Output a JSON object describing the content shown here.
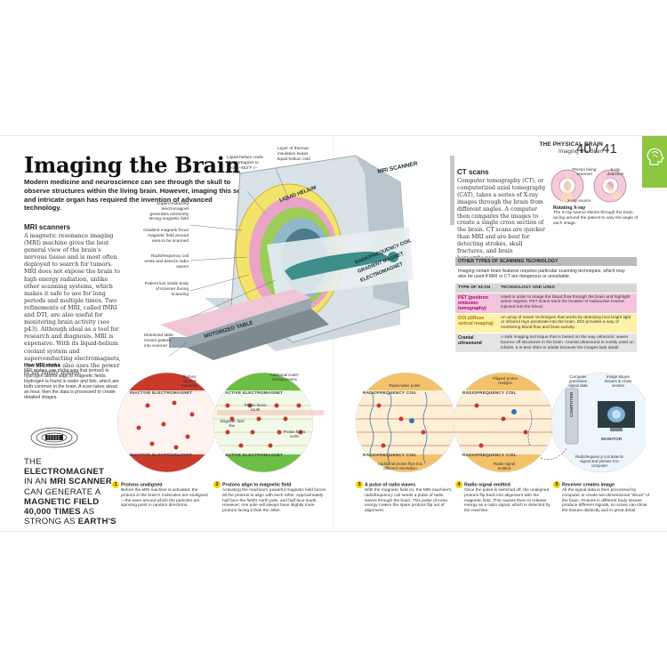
{
  "header": {
    "section": "THE PHYSICAL BRAIN",
    "subsection": "Imaging the Brain",
    "pages": "40 / 41"
  },
  "title": "Imaging the Brain",
  "intro": "Modern medicine and neuroscience can see through the skull to observe structures within the living brain. However, imaging this soft and intricate organ has required the invention of advanced technology.",
  "mri": {
    "heading": "MRI scanners",
    "body": "A magnetic resonance imaging (MRI) machine gives the best general view of the brain's nervous tissue and is most often deployed to search for tumors. MRI does not expose the brain to high energy radiation, unlike other scanning systems, which makes it safe to use for long periods and multiple times. Two refinements of MRI, called fMRI and DTI, are also useful for monitoring brain activity (see p43). Although ideal as a tool for research and diagnosis, MRI is expensive. With its liquid-helium coolant system and superconducting electromagnets, one machine also uses the power of six family homes."
  },
  "how": {
    "heading": "How MRI works",
    "body": "MRI makes use of the way that protons in hydrogen atoms align to magnetic fields. Hydrogen is found in water and fats, which are both common in the brain. A scan takes about an hour, then the data is processed to create detailed images."
  },
  "quote": {
    "l1a": "THE ",
    "l1b": "ELECTROMAGNET",
    "l2a": "IN AN ",
    "l2b": "MRI SCANNER",
    "l3": "CAN GENERATE A",
    "l4": "MAGNETIC FIELD",
    "l5a": "40,000 TIMES",
    "l5b": " AS",
    "l6a": "STRONG AS ",
    "l6b": "EARTH'S"
  },
  "scanner": {
    "label_scanner": "MRI SCANNER",
    "label_helium": "LIQUID HELIUM",
    "label_rf": "RADIOFREQUENCY COIL",
    "label_gradient": "GRADIENT MAGNET",
    "label_electro": "ELECTROMAGNET",
    "label_table": "MOTORIZED TABLE",
    "c_helium_cools": "Liquid helium cools electromagnet to about –453°F (–270°C)",
    "c_thermal": "Layer of thermal insulation keeps liquid helium cold",
    "c_superconducting": "Superconducting electromagnet generates extremely strong magnetic field",
    "c_gradient": "Gradient magnets focus magnetic field around area to be scanned",
    "c_rfcoil": "Radiofrequency coil emits and detects radio waves",
    "c_patient": "Patient lies inside body of scanner during scanning",
    "c_table": "Motorized table moves patient into scanner"
  },
  "ct": {
    "heading": "CT scans",
    "body": "Computer tomography (CT), or computerized axial tomography (CAT), takes a series of X-ray images through the brain from different angles. A computer then compares the images to create a single cross section of the brain. CT scans are quicker than MRI and are best for detecting strokes, skull fractures, and brain hemorrhages.",
    "lbl_person": "Person being scanned",
    "lbl_detectors": "X-ray detectors",
    "lbl_source": "X-ray source",
    "rot_heading": "Rotating X-ray",
    "rot_body": "The X-ray source shines through the brain, arcing around the patient to vary the angle of each image."
  },
  "table": {
    "heading": "OTHER TYPES OF SCANNING TECHNOLOGY",
    "intro": "Imaging certain brain features requires particular scanning techniques, which may also be used if MRI or CT are dangerous or unsuitable.",
    "col1": "TYPE OF SCAN",
    "col2": "TECHNOLOGY AND USES",
    "rows": [
      {
        "type": "PET (positron emission tomography)",
        "uses": "Used in order to image the blood flow through the brain and highlight active regions. PET scans track the location of radioactive tracers injected into the blood."
      },
      {
        "type": "DOI (diffuse optical imaging)",
        "uses": "An array of newer techniques that works by detecting how bright light or infrared rays penetrate into the brain. DOI provides a way of monitoring blood flow and brain activity."
      },
      {
        "type": "Cranial ultrasound",
        "uses": "A safe imaging technique that is based on the way ultrasonic waves bounce off structures in the brain. Cranial ultrasound is mostly used on infants. It is less often in adults because the images lack detail."
      }
    ]
  },
  "sequence": {
    "inactive": "INACTIVE ELECTROMAGNET",
    "active": "ACTIVE ELECTROMAGNET",
    "rfcoil": "RADIOFREQUENCY COIL",
    "lbl_random": "Protons aligned randomly",
    "lbl_south": "Additional south-facing protons",
    "lbl_faces_south": "Proton faces south",
    "lbl_field_line": "Magnetic field line",
    "lbl_faces_north": "Proton faces north",
    "lbl_pulse": "Radio-wave pulse",
    "lbl_flip": "Additional proton flips into different orientation",
    "lbl_flipped": "Flipped proton realigns",
    "lbl_signal": "Radio signal emitted",
    "lbl_computer_proc": "Computer processes signal data",
    "lbl_tissues": "Image shows tissues in cross section",
    "lbl_coil_detect": "Radiofrequency coil detects signal and passes it to computer",
    "lbl_computer": "COMPUTER",
    "lbl_monitor": "MONITOR",
    "steps": [
      {
        "n": "1",
        "title": "Protons unaligned",
        "body": "Before the MRI machine is activated, the protons in the brain's molecules are unaligned—the axes around which the particles are spinning point in random directions."
      },
      {
        "n": "2",
        "title": "Protons align to magnetic field",
        "body": "Activating the machine's powerful magnetic field forces all the protons to align with each other. Approximately half face the field's north pole, and half face south. However, one pole will always have slightly more protons facing it than the other."
      },
      {
        "n": "3",
        "title": "A pulse of radio waves",
        "body": "With the magnetic field on, the MRI machine's radiofrequency coil sends a pulse of radio waves through the brain. This pulse of extra energy makes the spare protons flip out of alignment."
      },
      {
        "n": "4",
        "title": "Radio signal emitted",
        "body": "Once the pulse is switched off, the unaligned protons flip back into alignment with the magnetic field. This causes them to release energy as a radio signal, which is detected by the machine."
      },
      {
        "n": "5",
        "title": "Receiver creates image",
        "body": "All the signal data is then processed by computer to create two-dimensional \"slices\" of the brain. Protons in different body tissues produce different signals, so scans can show the tissues distinctly and in great detail."
      }
    ]
  },
  "colors": {
    "accent_green": "#8dc63f",
    "helium_yellow": "#f3e36a",
    "coil_pink": "#e9a4c8",
    "gradient_green": "#9dcc5a",
    "inactive_red": "#c93a2b",
    "active_green": "#6cbf45",
    "step_yellow": "#f5d200"
  }
}
